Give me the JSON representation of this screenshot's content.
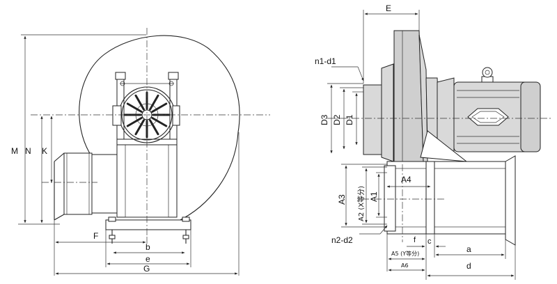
{
  "front_view": {
    "dims": {
      "M": "M",
      "N": "N",
      "K": "K",
      "F": "F",
      "b": "b",
      "e": "e",
      "G": "G"
    }
  },
  "side_view": {
    "dims": {
      "E": "E",
      "n1d1": "n1-d1",
      "D3": "D3",
      "D2": "D2",
      "D1": "D1",
      "A3": "A3",
      "A2": "A2 (X等分)",
      "A1": "A1",
      "A4": "A4",
      "n2d2": "n2-d2",
      "f": "f",
      "c": "c",
      "A5": "A5 (Y等分)",
      "A6": "A6",
      "a": "a",
      "d": "d"
    }
  }
}
